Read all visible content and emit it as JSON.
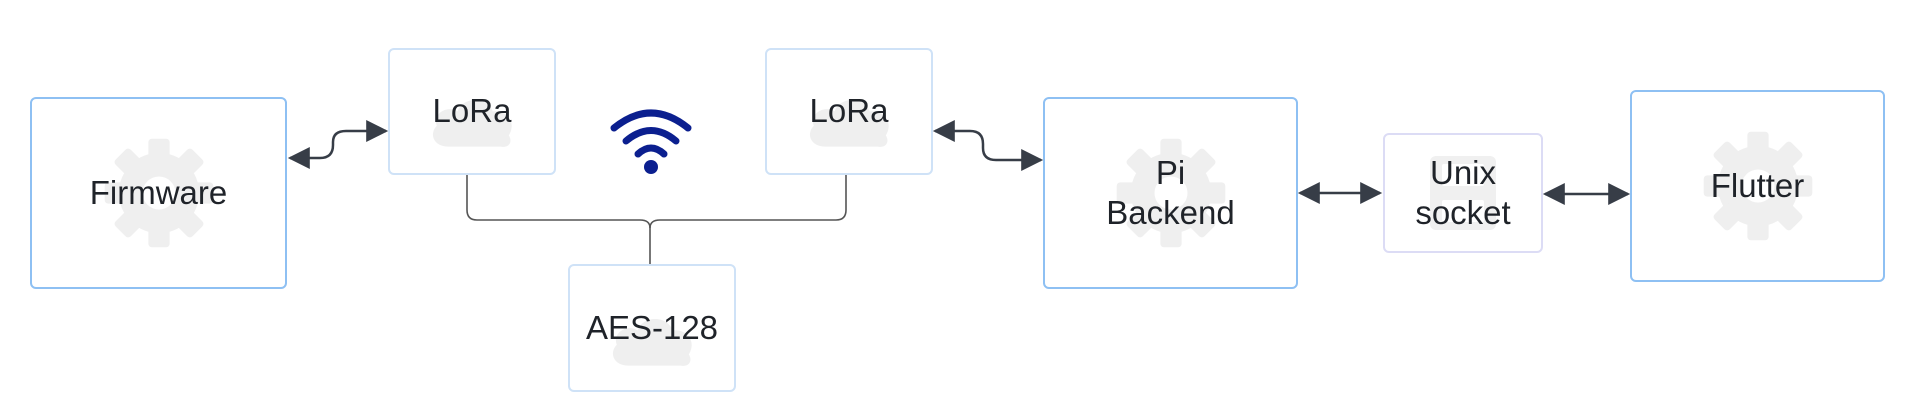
{
  "nodes": {
    "firmware": {
      "label": "Firmware",
      "icon": "gear-icon"
    },
    "lora_left": {
      "label": "LoRa",
      "icon": "cloud-icon"
    },
    "lora_right": {
      "label": "LoRa",
      "icon": "cloud-icon"
    },
    "aes": {
      "label": "AES-128",
      "icon": "cloud-icon"
    },
    "pi_backend": {
      "label": "Pi\nBackend",
      "icon": "gear-icon"
    },
    "unix_socket": {
      "label": "Unix\nsocket",
      "icon": "storage-icon"
    },
    "flutter": {
      "label": "Flutter",
      "icon": "gear-icon"
    }
  },
  "wireless_icon": "wifi-icon",
  "colors": {
    "main_border": "#8ec0f3",
    "minor_border": "#cfe2f7",
    "arrow": "#373d47",
    "connector": "#555555",
    "wifi": "#0b1f8f",
    "watermark": "#efefef"
  }
}
